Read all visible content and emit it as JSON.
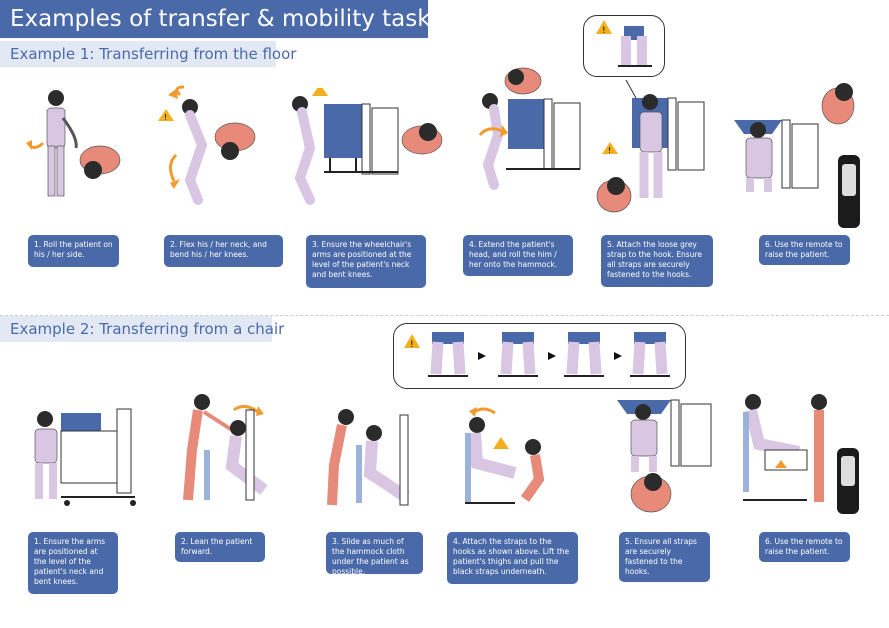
{
  "title": "Examples of transfer & mobility tasks",
  "example1": {
    "header": "Example 1: Transferring from the floor",
    "steps": [
      "1. Roll the patient on his / her side.",
      "2. Flex his / her neck, and bend his / her knees.",
      "3. Ensure the wheelchair's arms are positioned at the level of the patient's neck and bent knees.",
      "4. Extend the patient's head, and roll the him / her onto the hammock.",
      "5. Attach the loose grey strap to the hook. Ensure all straps are securely fastened to the hooks.",
      "6. Use the remote to raise the patient."
    ]
  },
  "example2": {
    "header": "Example 2: Transferring from a chair",
    "steps": [
      "1. Ensure the arms are positioned at the level of the patient's neck and bent knees.",
      "2. Lean the patient forward.",
      "3. Slide as much of the hammock cloth under the patient as possible.",
      "4. Attach the straps to the hooks as shown above. Lift the patient's thighs and pull the black straps underneath.",
      "5. Ensure all straps are securely fastened to the hooks.",
      "6. Use the remote to raise the patient."
    ]
  },
  "colors": {
    "brand": "#4a69a8",
    "header_bg": "#e3e9f4",
    "warning": "#f2b01e",
    "scrub": "#e88a7a",
    "lilac": "#d9c6e3"
  },
  "icons": [
    "warning-icon",
    "arrow-right-icon",
    "curved-arrow-icon",
    "remote-control-icon"
  ]
}
